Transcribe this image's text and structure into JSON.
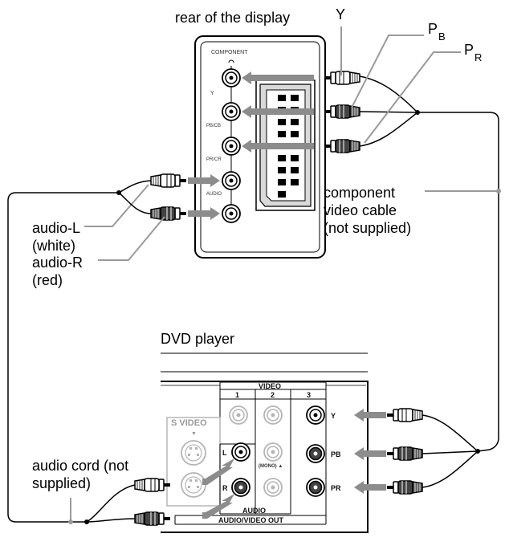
{
  "labels": {
    "rear_title": "rear of the display",
    "y": "Y",
    "pb_main": "P",
    "pb_sub": "B",
    "pr_main": "P",
    "pr_sub": "R",
    "component_cable": [
      "component",
      "video cable",
      "(not supplied)"
    ],
    "audio_l": [
      "audio-L",
      "(white)"
    ],
    "audio_r": [
      "audio-R",
      "(red)"
    ],
    "dvd_player": "DVD player",
    "audio_cord": [
      "audio cord (not",
      "supplied)"
    ]
  },
  "display_panel": {
    "component": "COMPONENT",
    "y": "Y",
    "pb_cb": "PB/CB",
    "pr_cr": "PR/CR",
    "audio": "AUDIO"
  },
  "dvd_panel": {
    "video": "VIDEO",
    "col1": "1",
    "col2": "2",
    "col3": "3",
    "s_video": "S VIDEO",
    "l": "L",
    "r": "R",
    "mono": "(MONO) ▲",
    "jack_y": "Y",
    "jack_pb": "PB",
    "jack_pr": "PR",
    "audio": "AUDIO",
    "av_out": "AUDIO/VIDEO OUT"
  },
  "colors": {
    "line": "#000000",
    "arrow": "#8c8c8c",
    "leader": "#9a9a9a",
    "faded": "#b5b5b5",
    "panel_fill": "#ffffff"
  },
  "icons": [
    "rca-plug-icon",
    "rca-jack-icon",
    "scart-connector-icon",
    "s-video-jack-icon",
    "insert-arrow-icon"
  ]
}
